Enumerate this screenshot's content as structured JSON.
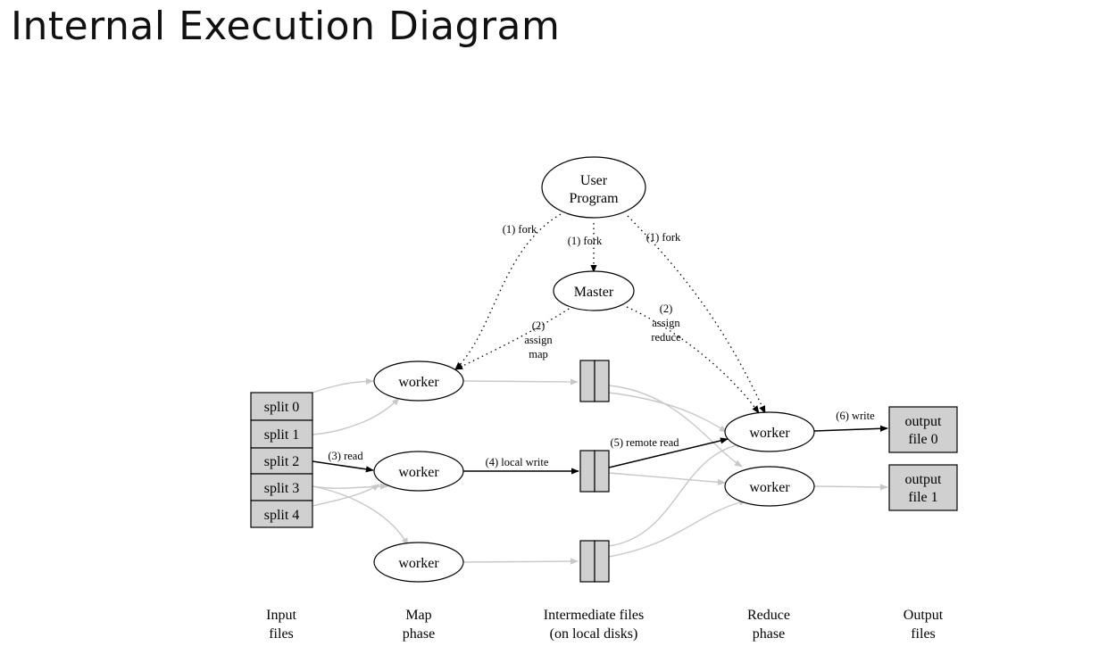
{
  "page": {
    "title": "Internal Execution Diagram"
  },
  "diagram": {
    "user_program": [
      "User",
      "Program"
    ],
    "master": "Master",
    "map_workers": [
      "worker",
      "worker",
      "worker"
    ],
    "reduce_workers": [
      "worker",
      "worker"
    ],
    "input_splits": [
      "split 0",
      "split 1",
      "split 2",
      "split 3",
      "split 4"
    ],
    "outputs": [
      [
        "output",
        "file 0"
      ],
      [
        "output",
        "file 1"
      ]
    ],
    "edge_labels": {
      "fork_left": "(1) fork",
      "fork_center": "(1) fork",
      "fork_right": "(1) fork",
      "assign_map": [
        "(2)",
        "assign",
        "map"
      ],
      "assign_reduce": [
        "(2)",
        "assign",
        "reduce"
      ],
      "read": "(3) read",
      "local_write": "(4) local write",
      "remote_read": "(5) remote read",
      "write": "(6) write"
    },
    "phases": {
      "input": [
        "Input",
        "files"
      ],
      "map": [
        "Map",
        "phase"
      ],
      "intermediate": [
        "Intermediate files",
        "(on local disks)"
      ],
      "reduce": [
        "Reduce",
        "phase"
      ],
      "output": [
        "Output",
        "files"
      ]
    }
  }
}
